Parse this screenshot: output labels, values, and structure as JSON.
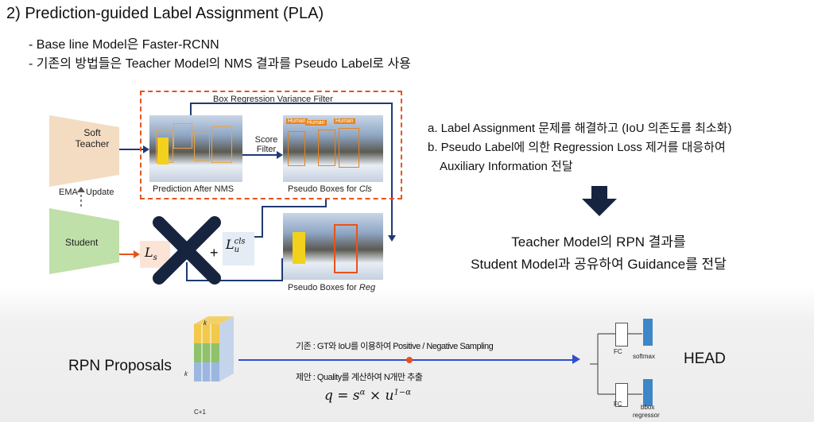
{
  "title": "2) Prediction-guided Label Assignment (PLA)",
  "bullets": [
    "- Base line Model은 Faster-RCNN",
    "- 기존의 방법들은 Teacher Model의 NMS 결과를 Pseudo Label로 사용"
  ],
  "diagram": {
    "soft_teacher": "Soft\nTeacher",
    "student": "Student",
    "ema": "EMA",
    "update": "Update",
    "box_reg_filter": "Box Regression Variance Filter",
    "score_filter": "Score\nFilter",
    "pred_nms": "Prediction After NMS",
    "pseudo_cls": "Pseudo Boxes for ",
    "pseudo_cls_em": "Cls",
    "pseudo_reg": "Pseudo Boxes for ",
    "pseudo_reg_em": "Reg",
    "ls": "L",
    "ls_sub": "s",
    "plus": "+",
    "lu": "L",
    "lu_sup": "cls",
    "lu_sub": "u",
    "box_label": "Human"
  },
  "right_list": [
    "a. Label Assignment 문제를 해결하고 (IoU 의존도를 최소화)",
    "b. Pseudo Label에 의한 Regression Loss 제거를 대응하여",
    "Auxiliary Information 전달"
  ],
  "conclusion": [
    "Teacher Model의 RPN 결과를",
    "Student Model과 공유하여 Guidance를 전달"
  ],
  "bottom": {
    "rpn": "RPN Proposals",
    "k_top": "k",
    "k_left": "k",
    "c1": "C+1",
    "basis": "기존 : GT와 IoU를 이용하여 Positive / Negative Sampling",
    "proposal": "제안 : Quality를 계산하여 N개만 추출",
    "formula_q": "q = s",
    "formula_alpha": "α",
    "formula_mid": " × u",
    "formula_exp": "1−α",
    "fc1": "FC",
    "fc2": "FC",
    "softmax": "softmax",
    "bbox": "bbox",
    "regressor": "regressor",
    "head": "HEAD"
  },
  "colors": {
    "dash": "#e8531a",
    "teacher": "#f3dcc2",
    "student": "#bfe0a9",
    "arrow": "#1f3a73",
    "red": "#e8531a",
    "blue_line": "#2f4fd0",
    "matrix_yellow": "#f2c94c",
    "matrix_green": "#8fc26b",
    "matrix_blue": "#9bb7e0"
  }
}
